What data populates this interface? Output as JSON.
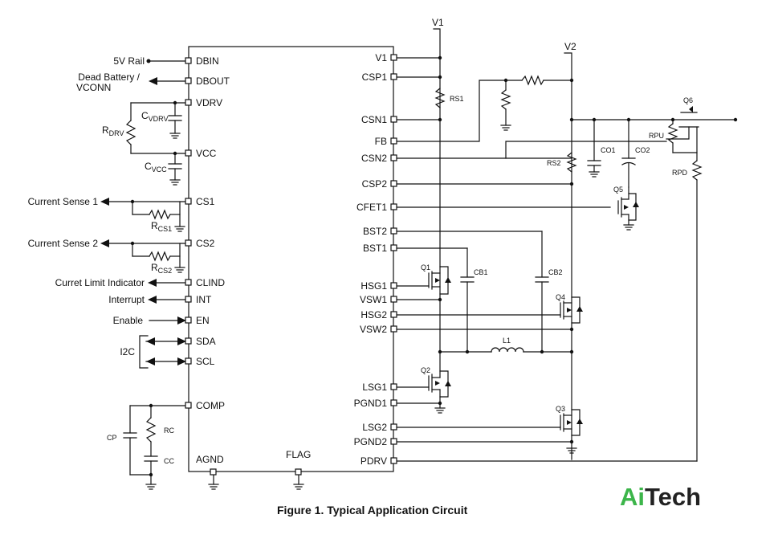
{
  "diagram": {
    "caption": "Figure 1. Typical Application Circuit",
    "watermark": {
      "prefix": "Ai",
      "suffix": "Tech"
    },
    "colors": {
      "ink": "#111111",
      "logo_green": "#3cb54a",
      "logo_dark": "#222222"
    },
    "rails": {
      "v1": "V1",
      "v2": "V2"
    },
    "left_pins": [
      "DBIN",
      "DBOUT",
      "VDRV",
      "VCC",
      "CS1",
      "CS2",
      "CLIND",
      "INT",
      "EN",
      "SDA",
      "SCL",
      "COMP"
    ],
    "bottom_pins": {
      "agnd": "AGND",
      "flag": "FLAG"
    },
    "right_pins": [
      "V1",
      "CSP1",
      "CSN1",
      "FB",
      "CSN2",
      "CSP2",
      "CFET1",
      "BST2",
      "BST1",
      "HSG1",
      "VSW1",
      "HSG2",
      "VSW2",
      "LSG1",
      "PGND1",
      "LSG2",
      "PGND2",
      "PDRV"
    ],
    "external_signals": {
      "rail_5v": "5V Rail",
      "dead_battery_1": "Dead Battery /",
      "dead_battery_2": "VCONN",
      "current_sense_1": "Current Sense 1",
      "current_sense_2": "Current Sense 2",
      "clind": "Curret Limit Indicator",
      "interrupt": "Interrupt",
      "enable": "Enable",
      "i2c": "I2C"
    },
    "components": {
      "cvdrv_main": "C",
      "cvdrv_sub": "VDRV",
      "rdrv_main": "R",
      "rdrv_sub": "DRV",
      "cvcc_main": "C",
      "cvcc_sub": "VCC",
      "rcs1_main": "R",
      "rcs1_sub": "CS1",
      "rcs2_main": "R",
      "rcs2_sub": "CS2",
      "cp": "CP",
      "rc": "RC",
      "cc": "CC",
      "rs1": "RS1",
      "rs2": "RS2",
      "cb1": "CB1",
      "cb2": "CB2",
      "q1": "Q1",
      "q2": "Q2",
      "q3": "Q3",
      "q4": "Q4",
      "q5": "Q5",
      "q6": "Q6",
      "l1": "L1",
      "co1": "CO1",
      "co2": "CO2",
      "rpu": "RPU",
      "rpd": "RPD"
    }
  }
}
